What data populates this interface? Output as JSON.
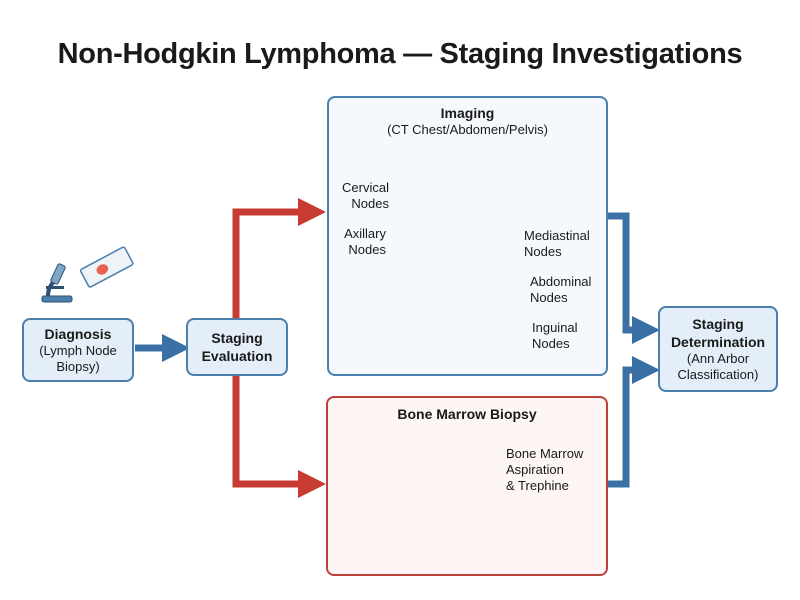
{
  "title": "Non-Hodgkin Lymphoma — Staging Investigations",
  "diagnosis": {
    "title": "Diagnosis",
    "line1": "(Lymph Node",
    "line2": "Biopsy)"
  },
  "staging_evaluation": {
    "line1": "Staging",
    "line2": "Evaluation"
  },
  "imaging": {
    "title": "Imaging",
    "subtitle": "(CT Chest/Abdomen/Pelvis)",
    "labels": {
      "cervical": [
        "Cervical",
        "Nodes"
      ],
      "axillary": [
        "Axillary",
        "Nodes"
      ],
      "mediastinal": [
        "Mediastinal",
        "Nodes"
      ],
      "abdominal": [
        "Abdominal",
        "Nodes"
      ],
      "inguinal": [
        "Inguinal",
        "Nodes"
      ]
    }
  },
  "bone_marrow": {
    "title": "Bone Marrow Biopsy",
    "label": [
      "Bone Marrow",
      "Aspiration",
      "& Trephine"
    ]
  },
  "staging_determination": {
    "line1": "Staging",
    "line2": "Determination",
    "line3": "(Ann Arbor",
    "line4": "Classification)"
  },
  "colors": {
    "blue": "#3a70a6",
    "red": "#c73b33",
    "box_blue": "#e3eef8",
    "bone": "#f5d9a6",
    "node": "#e8614f"
  },
  "icons": [
    "microscope-icon",
    "slide-icon",
    "ct-scanner-icon",
    "human-body-icon",
    "pelvis-icon",
    "needle-icon"
  ]
}
